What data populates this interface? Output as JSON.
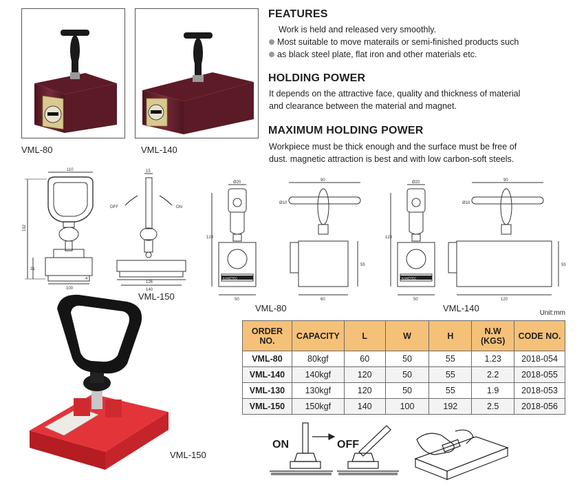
{
  "photos": {
    "vml80_label": "VML-80",
    "vml140_label": "VML-140",
    "vml150_label": "VML-150"
  },
  "features": {
    "heading": "FEATURES",
    "line1": "Work is held and released very smoothly.",
    "line2": "Most suitable to move materails or semi-finished products such",
    "line3": "as black steel plate, flat iron and other materials etc."
  },
  "holding_power": {
    "heading": "HOLDING POWER",
    "line1": "It depends on the attractive face, quality and thickness of material",
    "line2": "and clearance between the material and magnet."
  },
  "max_holding_power": {
    "heading": "MAXIMUM HOLDING POWER",
    "line1": "Workpiece must be thick enough and the surface must be free of",
    "line2": "dust. magnetic attraction is best and with low carbon-soft steels."
  },
  "drawings": {
    "vml150_caption": "VML-150",
    "vml80_caption": "VML-80",
    "vml140_caption": "VML-140",
    "off_label": "OFF",
    "on_label": "ON",
    "dim_110": "110",
    "dim_192": "192",
    "dim_31": "31",
    "dim_100": "100",
    "dim_4": "4",
    "dim_15": "15",
    "dim_126": "126",
    "dim_140": "140",
    "dim_20a": "Ø20",
    "dim_10a": "Ø10",
    "dim_123a": "123",
    "dim_50a": "50",
    "dim_90a": "90",
    "dim_55a": "55",
    "dim_60": "60",
    "dim_20b": "Ø20",
    "dim_10b": "Ø10",
    "dim_123b": "123",
    "dim_50b": "50",
    "dim_90b": "90",
    "dim_55b": "55",
    "dim_120": "120",
    "brand": "KANETEC"
  },
  "table": {
    "unit": "Unit:mm",
    "headers": {
      "order_a": "ORDER",
      "order_b": "NO.",
      "capacity": "CAPACITY",
      "l": "L",
      "w": "W",
      "h": "H",
      "nw_a": "N.W",
      "nw_b": "(KGS)",
      "code": "CODE NO."
    },
    "rows": [
      {
        "order": "VML-80",
        "capacity": "80kgf",
        "l": "60",
        "w": "50",
        "h": "55",
        "nw": "1.23",
        "code": "2018-054"
      },
      {
        "order": "VML-140",
        "capacity": "140kgf",
        "l": "120",
        "w": "50",
        "h": "55",
        "nw": "2.2",
        "code": "2018-055"
      },
      {
        "order": "VML-130",
        "capacity": "130kgf",
        "l": "120",
        "w": "50",
        "h": "55",
        "nw": "1.9",
        "code": "2018-053"
      },
      {
        "order": "VML-150",
        "capacity": "150kgf",
        "l": "140",
        "w": "100",
        "h": "192",
        "nw": "2.5",
        "code": "2018-056"
      }
    ]
  },
  "usage": {
    "on_label": "ON",
    "off_label": "OFF"
  },
  "colors": {
    "table_header_bg": "#f5c178",
    "magnet_body": "#6b2230",
    "vml150_base": "#d8262c",
    "handle": "#1d1d1d"
  }
}
